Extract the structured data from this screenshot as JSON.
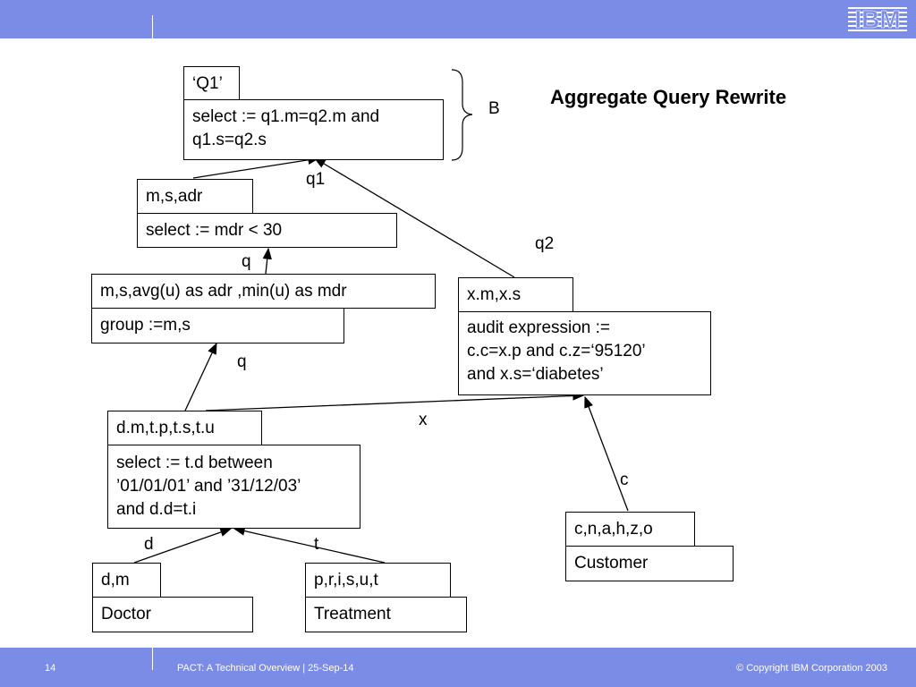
{
  "header": {
    "logo": "IBM"
  },
  "slide": {
    "title": "Aggregate Query Rewrite",
    "brace_label": "B",
    "nodes": {
      "q1_head": "‘Q1’",
      "q1_select_line1": "select := q1.m=q2.m and",
      "q1_select_line2": "q1.s=q2.s",
      "msadr_head": "m,s,adr",
      "msadr_select": "select := mdr < 30",
      "agg_head": "m,s,avg(u) as adr ,min(u) as mdr",
      "agg_group": "group :=m,s",
      "dm_head": "d.m,t.p,t.s,t.u",
      "dm_select_line1": "select := t.d between",
      "dm_select_line2": "’01/01/01’ and ’31/12/03’",
      "dm_select_line3": "and d.d=t.i",
      "doctor_head": "d,m",
      "doctor_name": "Doctor",
      "treatment_head": "p,r,i,s,u,t",
      "treatment_name": "Treatment",
      "xm_head": "x.m,x.s",
      "audit_line1": "audit expression :=",
      "audit_line2": "c.c=x.p and c.z=‘95120’",
      "audit_line3": "and x.s=‘diabetes’",
      "customer_head": "c,n,a,h,z,o",
      "customer_name": "Customer"
    },
    "edge_labels": {
      "q1": "q1",
      "q2": "q2",
      "q_upper": "q",
      "q_lower": "q",
      "x": "x",
      "c": "c",
      "d": "d",
      "t": "t"
    }
  },
  "footer": {
    "page_number": "14",
    "title": "PACT: A Technical Overview  |  25-Sep-14",
    "copyright": "© Copyright IBM Corporation 2003"
  }
}
